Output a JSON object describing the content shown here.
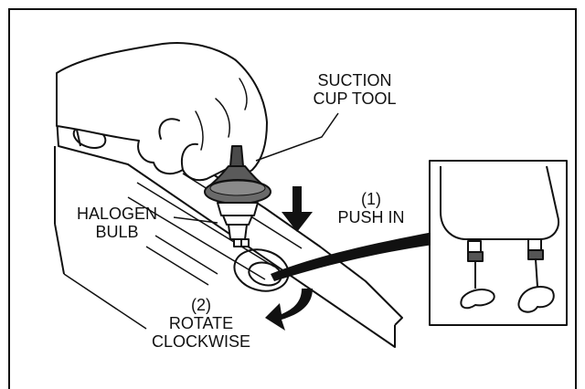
{
  "labels": {
    "suction_line1": "SUCTION",
    "suction_line2": "CUP TOOL",
    "halogen_line1": "HALOGEN",
    "halogen_line2": "BULB",
    "push_step": "(1)",
    "push_text": "PUSH IN",
    "rotate_step": "(2)",
    "rotate_text1": "ROTATE",
    "rotate_text2": "CLOCKWISE"
  },
  "icons": {
    "hand": "hand-icon",
    "tool": "suction-cup-tool-icon",
    "bulb": "halogen-bulb-icon",
    "push_arrow": "down-arrow-icon",
    "rotate_arrow": "clockwise-arrow-icon",
    "inset": "bulb-pins-detail"
  }
}
